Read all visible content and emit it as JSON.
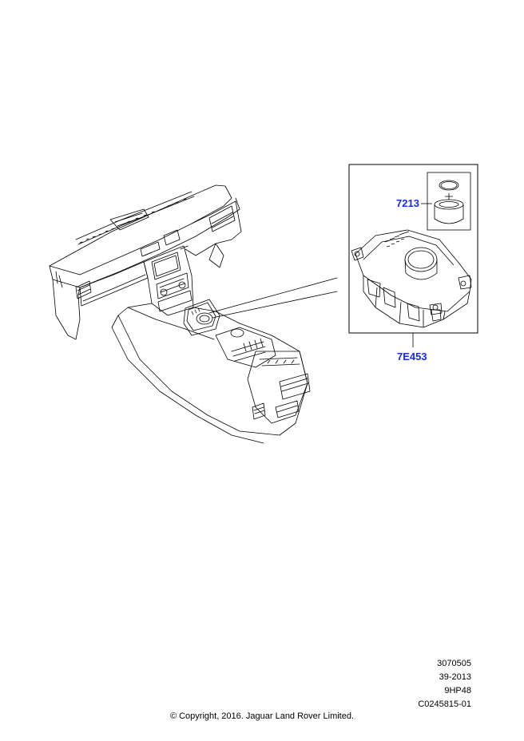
{
  "callouts": {
    "shift_knob_part": "7213",
    "selector_module_part": "7E453"
  },
  "footer": {
    "drawing_number": "3070505",
    "section_code": "39-2013",
    "transmission": "9HP48",
    "catalogue_ref": "C0245815-01",
    "copyright": "© Copyright, 2016. Jaguar Land Rover Limited."
  },
  "colors": {
    "callout_text": "#1a2fd0",
    "line_art": "#000000"
  }
}
